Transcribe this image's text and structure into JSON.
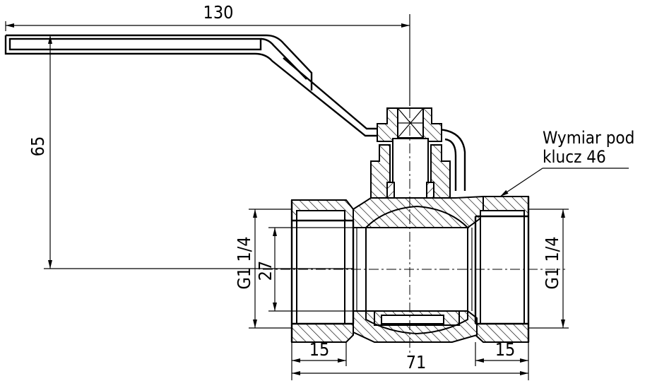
{
  "title": "",
  "dimensions": {
    "handle_length": "130",
    "handle_height": "65",
    "thread_left": "G1 1/4",
    "thread_right": "G1 1/4",
    "bore": "27",
    "thread_depth_left": "15",
    "thread_depth_right": "15",
    "body_length": "71"
  },
  "note": {
    "line1": "Wymiar pod",
    "line2": "klucz 46"
  }
}
